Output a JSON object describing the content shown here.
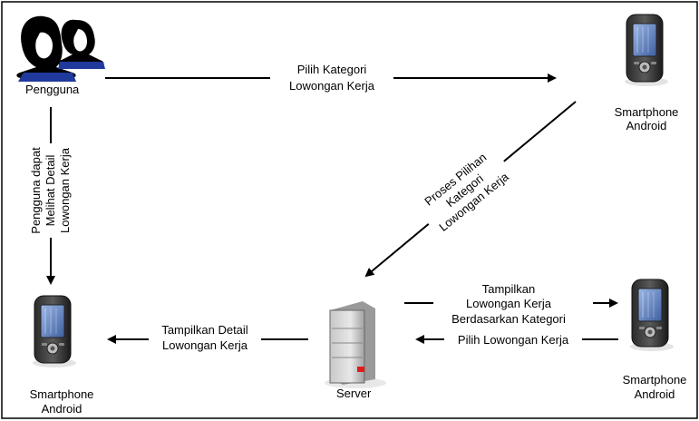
{
  "nodes": {
    "user": {
      "label": "Pengguna"
    },
    "phone_top_right": {
      "label_line1": "Smartphone",
      "label_line2": "Android"
    },
    "phone_bottom_left": {
      "label_line1": "Smartphone",
      "label_line2": "Android"
    },
    "phone_bottom_right": {
      "label_line1": "Smartphone",
      "label_line2": "Android"
    },
    "server": {
      "label": "Server"
    }
  },
  "edges": {
    "pilih_kategori": {
      "line1": "Pilih Kategori",
      "line2": "Lowongan Kerja"
    },
    "proses_pilihan": {
      "line1": "Proses Pilihan",
      "line2": "Kategori",
      "line3": "Lowongan Kerja"
    },
    "pengguna_dapat": {
      "line1": "Pengguna dapat",
      "line2": "Melihat Detail",
      "line3": "Lowongan Kerja"
    },
    "tampilkan_kategori": {
      "line1": "Tampilkan",
      "line2": "Lowongan Kerja",
      "line3": "Berdasarkan Kategori"
    },
    "pilih_lowongan": {
      "line1": "Pilih Lowongan Kerja"
    },
    "tampilkan_detail": {
      "line1": "Tampilkan Detail",
      "line2": "Lowongan Kerja"
    }
  },
  "colors": {
    "line": "#000000",
    "screen": "#6f8fc4",
    "server_led": "#e01b1b",
    "people_hair": "#000000",
    "people_shirt": "#1f3a9c"
  }
}
